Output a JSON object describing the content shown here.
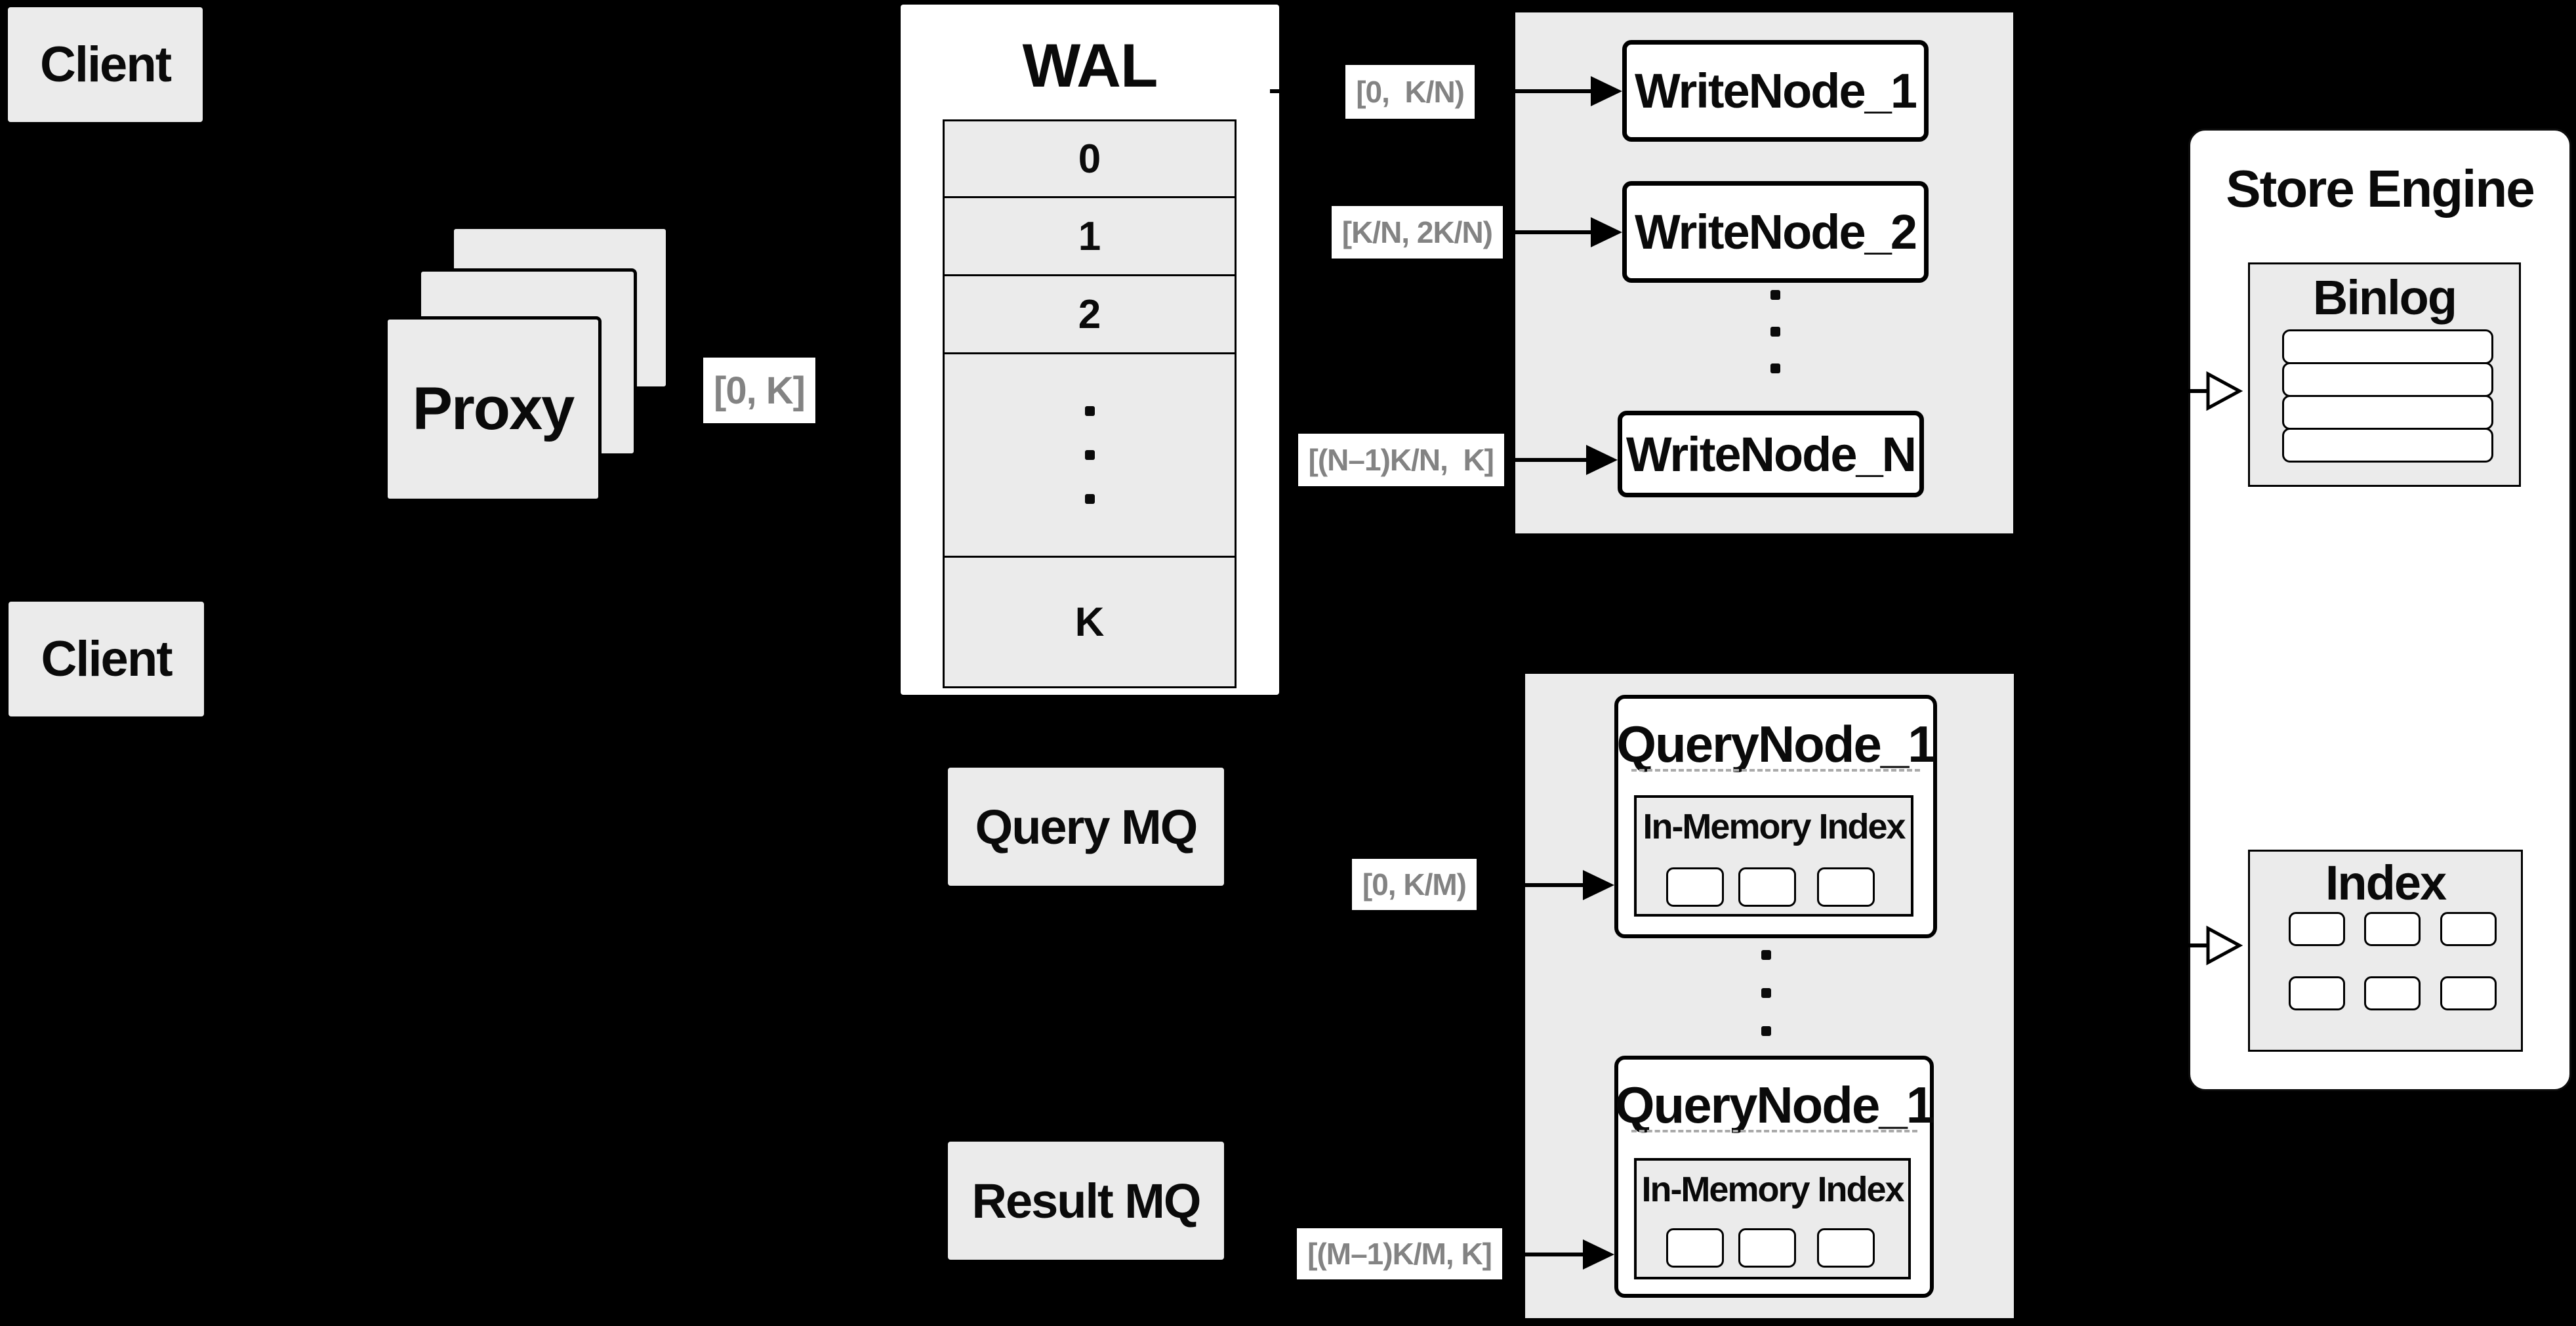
{
  "diagram": {
    "client_top": "Client",
    "client_bottom": "Client",
    "proxy": "Proxy",
    "wal": {
      "title": "WAL",
      "row0": "0",
      "row1": "1",
      "row2": "2",
      "rowK": "K"
    },
    "labels": {
      "proxy_range": "[0, K]",
      "write1_range": "[0,  K/N)",
      "write2_range": "[K/N, 2K/N)",
      "writeN_range": "[(N–1)K/N,  K]",
      "query1_range": "[0, K/M)",
      "query2_range": "[(M–1)K/M, K]"
    },
    "write_nodes": {
      "n1": "WriteNode_1",
      "n2": "WriteNode_2",
      "nN": "WriteNode_N"
    },
    "query_mq": "Query MQ",
    "result_mq": "Result MQ",
    "query_node1": {
      "title": "QueryNode_1",
      "index": "In-Memory Index"
    },
    "query_node2": {
      "title": "QueryNode_1",
      "index": "In-Memory Index"
    },
    "store": {
      "title": "Store Engine",
      "binlog": "Binlog",
      "index": "Index"
    }
  },
  "colors": {
    "background": "#000000",
    "panel_fill": "#ebebeb",
    "box_fill": "#ffffff",
    "line": "#000000",
    "range_label_text": "#838383"
  }
}
